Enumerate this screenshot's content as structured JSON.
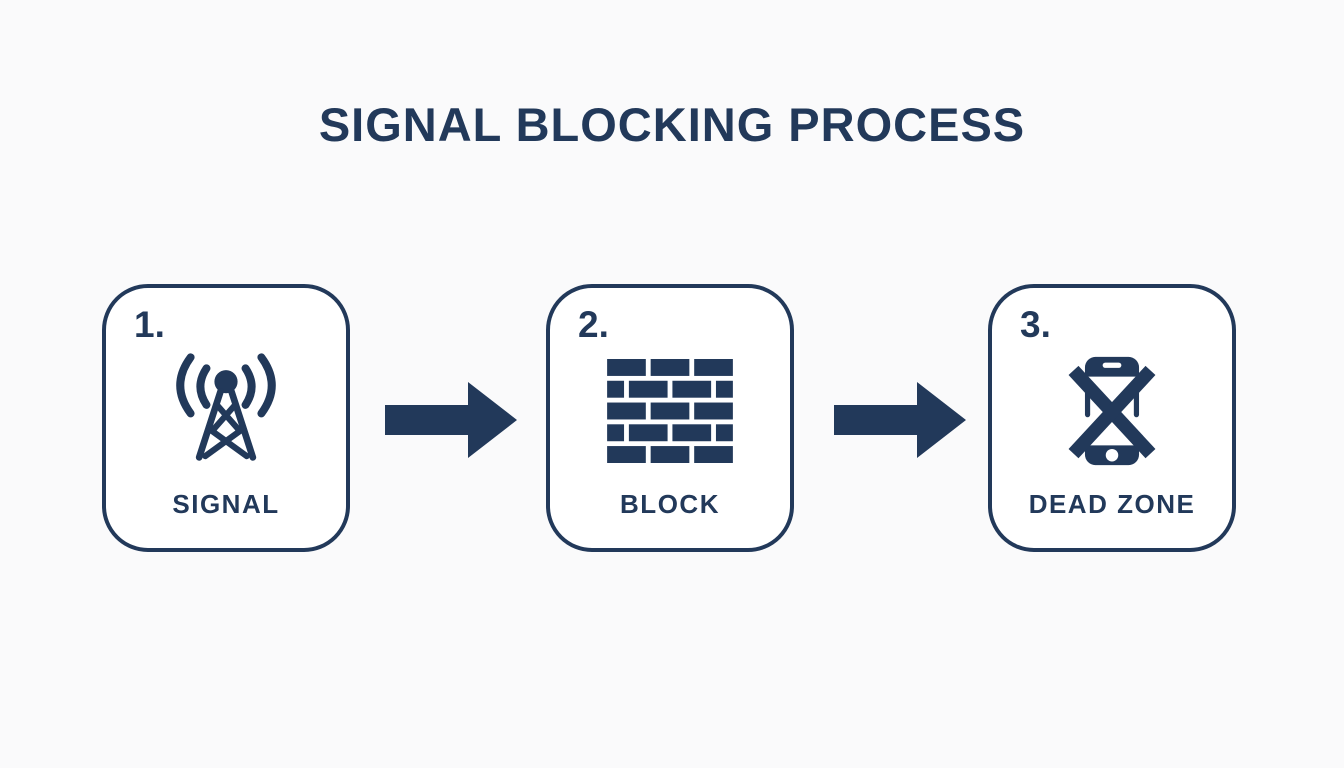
{
  "title": "SIGNAL BLOCKING PROCESS",
  "colors": {
    "navy": "#22395A",
    "background": "#FAFAFB",
    "card_background": "#FFFFFF"
  },
  "steps": [
    {
      "number": "1.",
      "label": "SIGNAL",
      "icon": "radio-tower-icon"
    },
    {
      "number": "2.",
      "label": "BLOCK",
      "icon": "brick-wall-icon"
    },
    {
      "number": "3.",
      "label": "DEAD ZONE",
      "icon": "blocked-phone-icon"
    }
  ],
  "connectors": [
    {
      "icon": "arrow-right-icon"
    },
    {
      "icon": "arrow-right-icon"
    }
  ]
}
